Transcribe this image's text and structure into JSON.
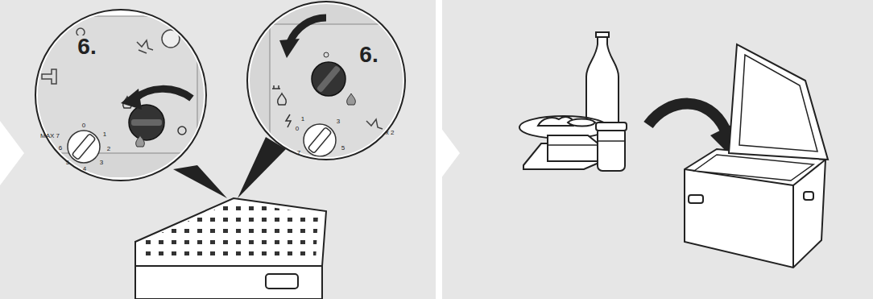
{
  "diagram": {
    "labels": [
      "6.",
      "MAX 7",
      "6",
      "5",
      "4",
      "3",
      "2",
      "1",
      "0",
      "6.",
      "1",
      "0",
      "3",
      "5",
      "7",
      "x 2"
    ]
  }
}
